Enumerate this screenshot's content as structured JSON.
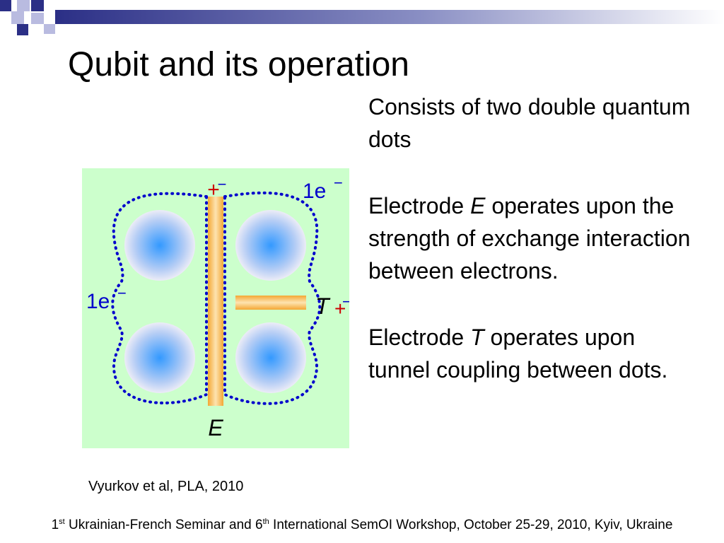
{
  "title": "Qubit and its operation",
  "bullets": {
    "b1": "Consists of two double quantum dots",
    "b2_pre": "Electrode ",
    "b2_em": "E",
    "b2_post": " operates upon the strength of exchange interaction between electrons.",
    "b3_pre": "Electrode ",
    "b3_em": "T",
    "b3_post": " operates upon tunnel coupling between dots."
  },
  "figure": {
    "label_top_right": "1e",
    "label_left": "1e",
    "superscript_minus": "−",
    "label_plus": "+",
    "label_minus": "−",
    "electrode_E": "E",
    "electrode_T": "T"
  },
  "citation": "Vyurkov et al, PLA, 2010",
  "footer": {
    "n1": "1",
    "sup1": "st",
    "mid": " Ukrainian-French Seminar and 6",
    "sup2": "th",
    "end": " International SemOI Workshop, October 25-29, 2010, Kyiv, Ukraine"
  },
  "colors": {
    "figure_bg": "#ccffcc",
    "electrode": "#f0a030",
    "dot_center": "#3399ff",
    "dot_edge": "#e6e6f5",
    "dotted_outline": "#0000cc",
    "plus_sign": "#cc0000",
    "deco_blue": "#2b2f86"
  }
}
